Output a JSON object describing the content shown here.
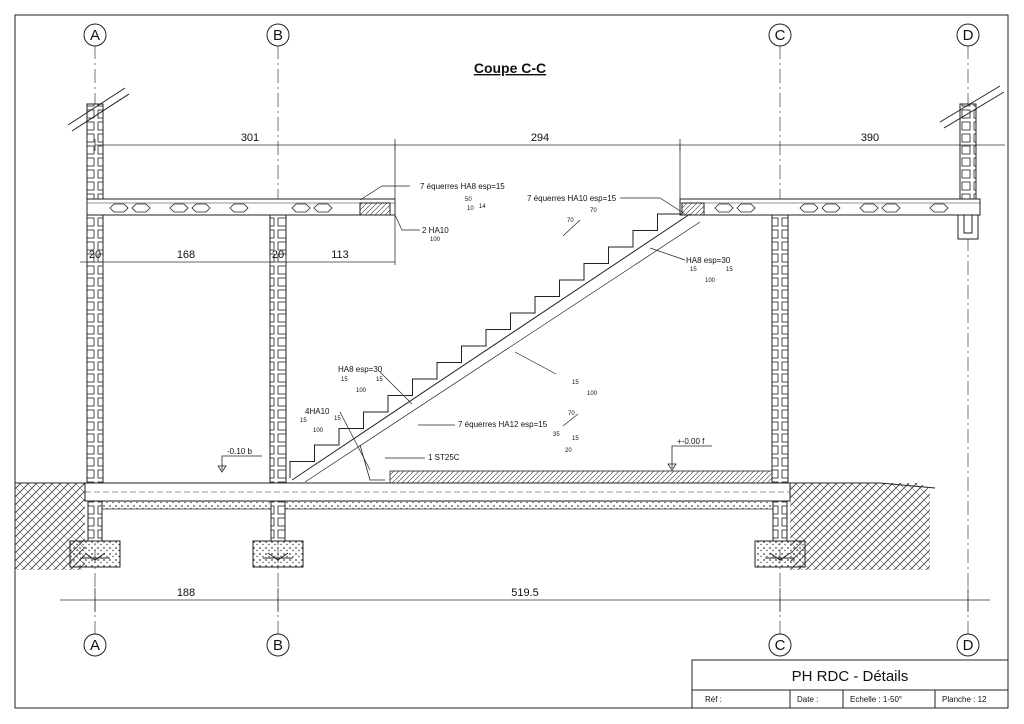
{
  "drawing": {
    "title": "Coupe C-C",
    "axes_top": [
      "A",
      "B",
      "C",
      "D"
    ],
    "axes_bottom": [
      "A",
      "B",
      "C",
      "D"
    ],
    "dimensions": {
      "d301": "301",
      "d294": "294",
      "d390": "390",
      "d20a": "20",
      "d168": "168",
      "d20b": "20",
      "d113": "113",
      "d188": "188",
      "d5195": "519.5"
    },
    "levels": {
      "low": "-0.10 b",
      "high": "+-0.00 f"
    },
    "annotations": {
      "a1": "7 équerres HA8 esp=15",
      "a1_50": "50",
      "a1_10": "10",
      "a1_14": "14",
      "a2": "2 HA10",
      "a2_100": "100",
      "a3": "7 équerres HA10 esp=15",
      "a3_70a": "70",
      "a3_70b": "70",
      "a4": "HA8 esp=30",
      "a4_15a": "15",
      "a4_15b": "15",
      "a4_100": "100",
      "a5": "HA8 esp=30",
      "a5_15a": "15",
      "a5_15b": "15",
      "a5_100": "100",
      "a6": "4HA10",
      "a6_15a": "15",
      "a6_15b": "15",
      "a6_100": "100",
      "a7": "7 équerres HA12 esp=15",
      "a8": "1 ST25C",
      "a9_15": "15",
      "a9_100": "100",
      "a10_70": "70",
      "a10_35": "35",
      "a10_15": "15",
      "a10_20": "20"
    }
  },
  "cartouche": {
    "title": "PH RDC - Détails",
    "ref_label": "Réf :",
    "date_label": "Date :",
    "scale_label": "Echelle : 1-50°",
    "sheet_label": "Planche : 12"
  }
}
